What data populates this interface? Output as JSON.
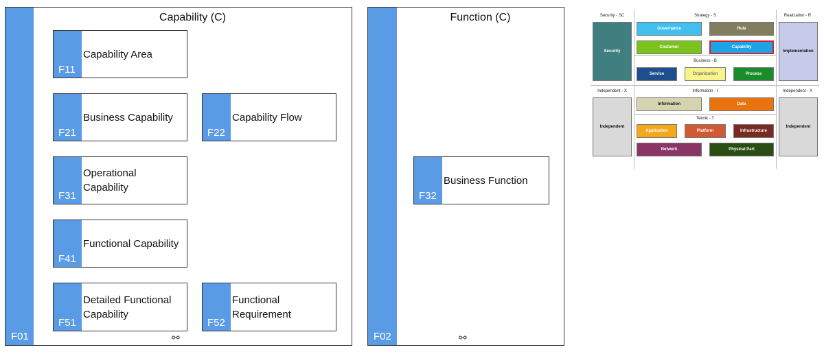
{
  "capability_frame": {
    "title": "Capability (C)",
    "code": "F01",
    "nodes": [
      {
        "code": "F11",
        "label": "Capability Area"
      },
      {
        "code": "F21",
        "label": "Business Capability"
      },
      {
        "code": "F22",
        "label": "Capability Flow"
      },
      {
        "code": "F31",
        "label": "Operational Capability"
      },
      {
        "code": "F41",
        "label": "Functional Capability"
      },
      {
        "code": "F51",
        "label": "Detailed Functional Capability"
      },
      {
        "code": "F52",
        "label": "Functional Requirement"
      }
    ],
    "link_icon": "link-icon"
  },
  "function_frame": {
    "title": "Function (C)",
    "code": "F02",
    "nodes": [
      {
        "code": "F32",
        "label": "Business Function"
      }
    ],
    "link_icon": "link-icon"
  },
  "legend": {
    "headers": {
      "security": "Security - SC",
      "strategy": "Strategy - S",
      "realization": "Realization - R",
      "business": "Business - B",
      "independent_left": "Independent - X",
      "information": "Information - I",
      "independent_right": "Independent - X",
      "teknik": "Teknik - T"
    },
    "items": {
      "security": {
        "label": "Security",
        "color": "#3f7f7f"
      },
      "governance": {
        "label": "Governance",
        "color": "#3fc0ef"
      },
      "rule": {
        "label": "Rule",
        "color": "#807e5e"
      },
      "costumer": {
        "label": "Costumer",
        "color": "#7cc21e"
      },
      "capability": {
        "label": "Capability",
        "color": "#1ea4e6"
      },
      "implementation": {
        "label": "Implementation",
        "color": "#c5cbe9"
      },
      "service": {
        "label": "Service",
        "color": "#1f4e8f"
      },
      "organization": {
        "label": "Organization",
        "color": "#f7f48a"
      },
      "process": {
        "label": "Process",
        "color": "#1a8c2a"
      },
      "independent_left": {
        "label": "Independent",
        "color": "#d9d9d9"
      },
      "information": {
        "label": "Information",
        "color": "#d6d4b0"
      },
      "data": {
        "label": "Data",
        "color": "#e8730f"
      },
      "independent_right": {
        "label": "Independent",
        "color": "#d9d9d9"
      },
      "application": {
        "label": "Application",
        "color": "#f5a81c"
      },
      "platform": {
        "label": "Platform",
        "color": "#d25a33"
      },
      "infrastructure": {
        "label": "Infrastructure",
        "color": "#7a2a22"
      },
      "network": {
        "label": "Network",
        "color": "#8a3566"
      },
      "physical_part": {
        "label": "Physical Part",
        "color": "#2a4d14"
      }
    }
  }
}
